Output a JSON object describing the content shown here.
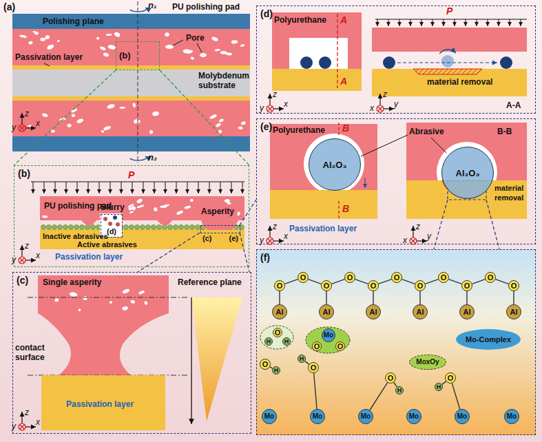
{
  "diagram": {
    "nodes": [
      {
        "text": [
          "(b)"
        ]
      },
      {
        "text": [
          "(b)"
        ]
      },
      {
        "text": [
          "(d)"
        ],
        "in": 1
      },
      {
        "text": [
          "(c)",
          "(e)"
        ],
        "in": 1
      },
      {
        "text": [
          "(c)"
        ]
      },
      {
        "text": [
          "(d)"
        ]
      },
      {
        "text": [
          "(e)"
        ]
      },
      {
        "text": [
          "Al₂O₃"
        ],
        "in": 6
      },
      {
        "text": [
          "Al₂O₃"
        ],
        "in": 6
      },
      {
        "text": [
          "(f)"
        ]
      },
      {
        "text": [
          "O"
        ],
        "in": 9
      },
      {
        "text": [
          "O"
        ],
        "in": 9
      },
      {
        "text": [
          "O"
        ],
        "in": 9
      },
      {
        "text": [
          "O"
        ],
        "in": 9
      },
      {
        "text": [
          "O"
        ],
        "in": 9
      },
      {
        "text": [
          "O"
        ],
        "in": 9
      },
      {
        "text": [
          "O"
        ],
        "in": 9
      },
      {
        "text": [
          "O"
        ],
        "in": 9
      },
      {
        "text": [
          "O"
        ],
        "in": 9
      },
      {
        "text": [
          "O"
        ],
        "in": 9
      },
      {
        "text": [
          "O"
        ],
        "in": 9
      },
      {
        "text": [
          "Al"
        ],
        "in": 9
      },
      {
        "text": [
          "Al"
        ],
        "in": 9
      },
      {
        "text": [
          "Al"
        ],
        "in": 9
      },
      {
        "text": [
          "Al"
        ],
        "in": 9
      },
      {
        "text": [
          "Al"
        ],
        "in": 9
      },
      {
        "text": [
          "Al"
        ],
        "in": 9
      },
      {
        "text": [
          "O"
        ],
        "in": 9
      },
      {
        "text": [
          "H"
        ],
        "in": 9
      },
      {
        "text": [
          "H"
        ],
        "in": 9
      },
      {
        "text": [
          "O"
        ],
        "in": 9
      },
      {
        "text": [
          "Mo"
        ],
        "in": 9
      },
      {
        "text": [
          "O"
        ],
        "in": 9
      },
      {
        "text": [
          "Mo-Complex"
        ],
        "in": 9
      },
      {
        "text": [
          "MoxOy"
        ],
        "in": 9
      },
      {
        "text": [
          "O"
        ],
        "in": 9
      },
      {
        "text": [
          "H"
        ],
        "in": 9
      },
      {
        "text": [
          "H"
        ],
        "in": 9
      },
      {
        "text": [
          "O"
        ],
        "in": 9
      },
      {
        "text": [
          "O"
        ],
        "in": 9
      },
      {
        "text": [
          "H"
        ],
        "in": 9
      },
      {
        "text": [
          "H"
        ],
        "in": 9
      },
      {
        "text": [
          "O"
        ],
        "in": 9
      },
      {
        "text": [
          "Mo"
        ],
        "in": 9
      },
      {
        "text": [
          "Mo"
        ],
        "in": 9
      },
      {
        "text": [
          "Mo"
        ],
        "in": 9
      },
      {
        "text": [
          "Mo"
        ],
        "in": 9
      },
      {
        "text": [
          "Mo"
        ],
        "in": 9
      },
      {
        "text": [
          "Mo"
        ],
        "in": 9
      }
    ],
    "edges": [
      {
        "from": 10,
        "to": 11,
        "arrow": "none"
      },
      {
        "from": 11,
        "to": 12,
        "arrow": "none"
      },
      {
        "from": 12,
        "to": 13,
        "arrow": "none"
      },
      {
        "from": 13,
        "to": 14,
        "arrow": "none"
      },
      {
        "from": 14,
        "to": 15,
        "arrow": "none"
      },
      {
        "from": 15,
        "to": 16,
        "arrow": "none"
      },
      {
        "from": 16,
        "to": 17,
        "arrow": "none"
      },
      {
        "from": 17,
        "to": 18,
        "arrow": "none"
      },
      {
        "from": 18,
        "to": 19,
        "arrow": "none"
      },
      {
        "from": 19,
        "to": 20,
        "arrow": "none"
      },
      {
        "from": 21,
        "to": 10,
        "arrow": "none"
      },
      {
        "from": 22,
        "to": 12,
        "arrow": "none"
      },
      {
        "from": 23,
        "to": 14,
        "arrow": "none"
      },
      {
        "from": 24,
        "to": 16,
        "arrow": "none"
      },
      {
        "from": 25,
        "to": 18,
        "arrow": "none"
      },
      {
        "from": 26,
        "to": 20,
        "arrow": "none"
      },
      {
        "from": 35,
        "to": 36,
        "arrow": "none"
      },
      {
        "from": 37,
        "to": 38,
        "arrow": "none"
      },
      {
        "from": 38,
        "to": 44,
        "arrow": "none"
      },
      {
        "from": 39,
        "to": 40,
        "arrow": "none"
      },
      {
        "from": 39,
        "to": 45,
        "arrow": "none"
      },
      {
        "from": 41,
        "to": 42,
        "arrow": "none"
      },
      {
        "from": 42,
        "to": 47,
        "arrow": "none"
      }
    ],
    "labels": [
      "(a)",
      "n₁",
      "PU polishing pad",
      "Polishing plane",
      "Pore",
      "Passivation layer",
      "Molybdenum substrate",
      "n₂",
      "z",
      "y",
      "x",
      "P",
      "PU polishing pad",
      "Slurry",
      "Asperity",
      "Inactive abrasives",
      "Active abrasives",
      "Passivation layer",
      "z",
      "y",
      "x",
      "Single asperity",
      "Reference plane",
      "contact surface",
      "Passivation layer",
      "z",
      "y",
      "x",
      "Polyurethane",
      "A",
      "A",
      "P",
      "material removal",
      "A-A",
      "z",
      "y",
      "x",
      "z",
      "x",
      "y",
      "Polyurethane",
      "Abrasive",
      "B",
      "B",
      "B-B",
      "material removal",
      "Passivation layer",
      "z",
      "y",
      "x",
      "z",
      "x",
      "y"
    ]
  }
}
